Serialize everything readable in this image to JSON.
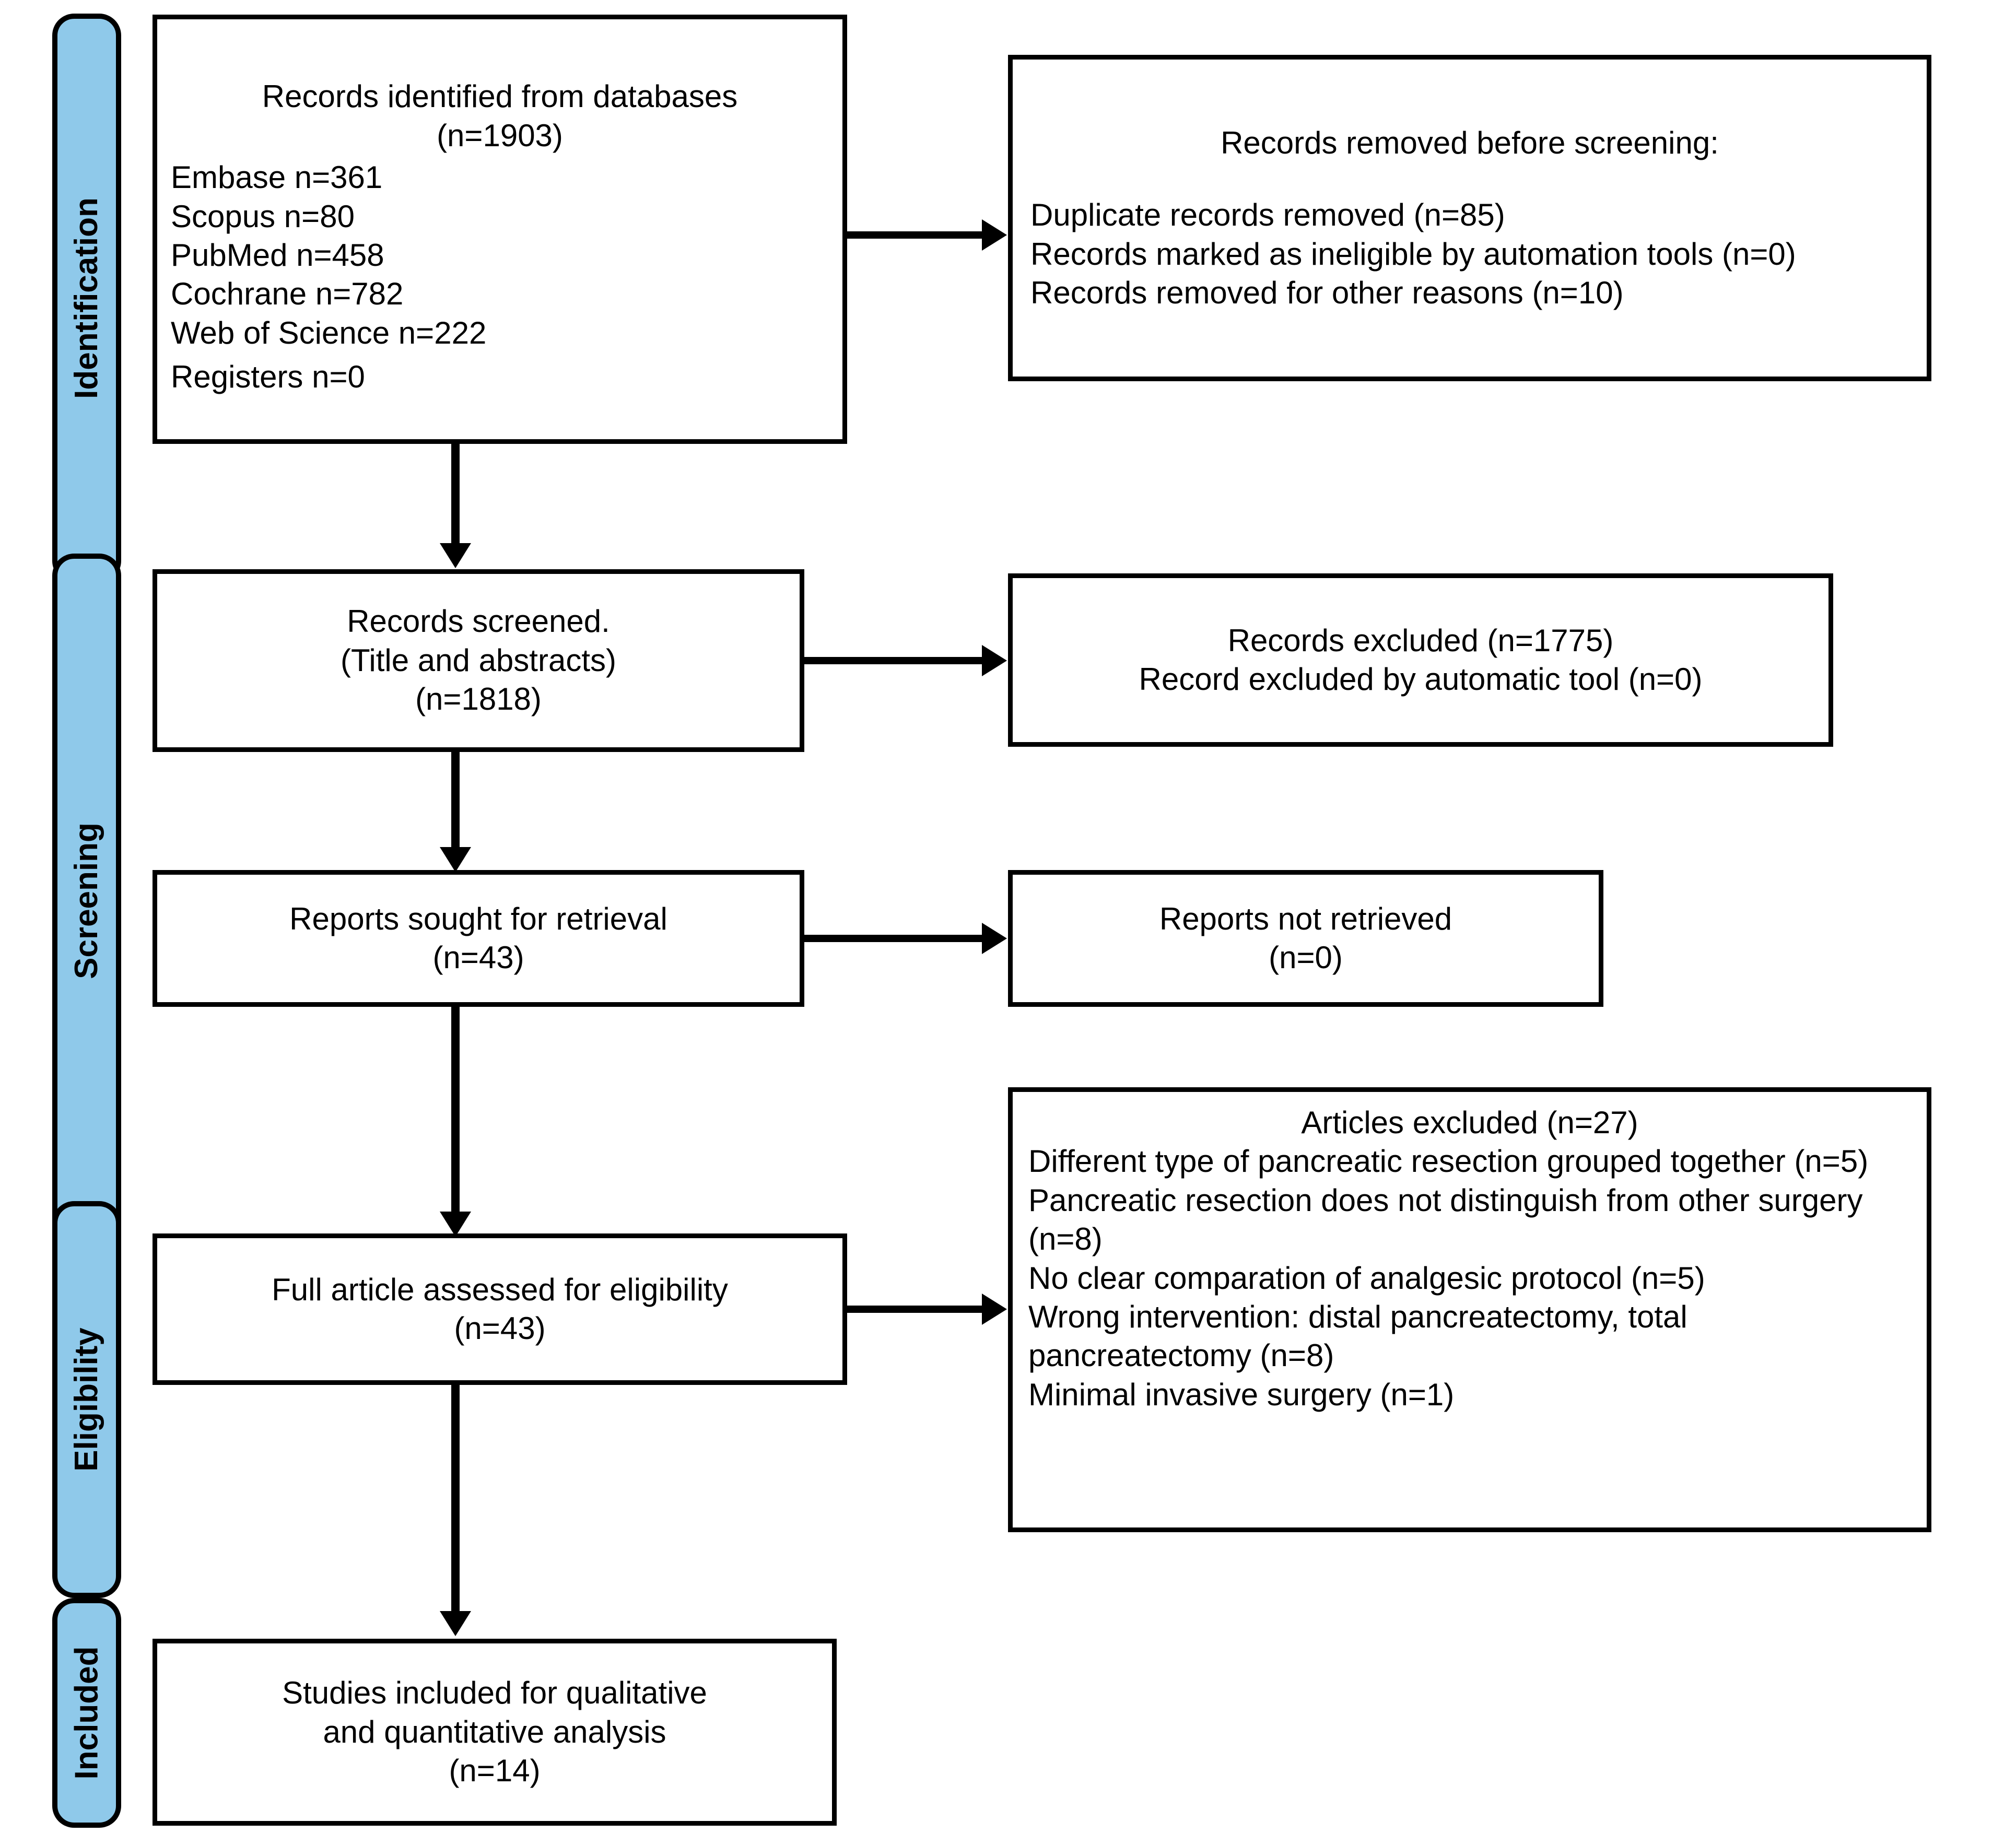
{
  "diagram": {
    "title": "PRISMA flow diagram",
    "accent_color": "#8fc9ea",
    "line_color": "#000000",
    "background_color": "#ffffff"
  },
  "phases": [
    {
      "id": "identification",
      "label": "Identification"
    },
    {
      "id": "screening",
      "label": "Screening"
    },
    {
      "id": "eligibility",
      "label": "Eligibility"
    },
    {
      "id": "included",
      "label": "Included"
    }
  ],
  "boxes": {
    "records_identified": {
      "lines": [
        "Records identified from databases",
        "(n=1903)",
        "Embase n=361",
        "Scopus n=80",
        "PubMed n=458",
        "Cochrane n=782",
        "Web of Science n=222",
        "Registers n=0"
      ]
    },
    "records_removed": {
      "lines": [
        "Records removed before screening:",
        "",
        "Duplicate records removed (n=85)",
        "Records marked as ineligible by automation tools (n=0)",
        "Records removed for other reasons (n=10)"
      ]
    },
    "records_screened": {
      "lines": [
        "Records screened.",
        "(Title and abstracts)",
        "(n=1818)"
      ]
    },
    "records_excluded": {
      "lines": [
        "Records excluded (n=1775)",
        "Record excluded by automatic tool (n=0)"
      ]
    },
    "reports_sought": {
      "lines": [
        "Reports sought for retrieval",
        "(n=43)"
      ]
    },
    "reports_not_retrieved": {
      "lines": [
        "Reports not retrieved",
        "(n=0)"
      ]
    },
    "full_article_assessed": {
      "lines": [
        "Full article assessed for eligibility",
        "(n=43)"
      ]
    },
    "articles_excluded": {
      "heading": "Articles excluded (n=27)",
      "lines": [
        "Different type of pancreatic resection grouped together (n=5)",
        "Pancreatic resection does not distinguish from other surgery (n=8)",
        "No clear comparation of analgesic protocol (n=5)",
        "Wrong intervention: distal pancreatectomy, total pancreatectomy (n=8)",
        "Minimal invasive surgery (n=1)"
      ]
    },
    "studies_included": {
      "lines": [
        "Studies included for qualitative",
        "and quantitative analysis",
        "(n=14)"
      ]
    }
  },
  "chart_data": {
    "type": "table",
    "title": "PRISMA 2020 flow of information through the review",
    "stages": [
      {
        "phase": "Identification",
        "node": "Records identified from databases",
        "n": 1903,
        "sources": [
          {
            "name": "Embase",
            "n": 361
          },
          {
            "name": "Scopus",
            "n": 80
          },
          {
            "name": "PubMed",
            "n": 458
          },
          {
            "name": "Cochrane",
            "n": 782
          },
          {
            "name": "Web of Science",
            "n": 222
          },
          {
            "name": "Registers",
            "n": 0
          }
        ],
        "removed": [
          {
            "reason": "Duplicate records removed",
            "n": 85
          },
          {
            "reason": "Records marked as ineligible by automation tools",
            "n": 0
          },
          {
            "reason": "Records removed for other reasons",
            "n": 10
          }
        ]
      },
      {
        "phase": "Screening",
        "node": "Records screened (Title and abstracts)",
        "n": 1818,
        "excluded": [
          {
            "reason": "Records excluded",
            "n": 1775
          },
          {
            "reason": "Record excluded by automatic tool",
            "n": 0
          }
        ]
      },
      {
        "phase": "Screening",
        "node": "Reports sought for retrieval",
        "n": 43,
        "excluded": [
          {
            "reason": "Reports not retrieved",
            "n": 0
          }
        ]
      },
      {
        "phase": "Eligibility",
        "node": "Full article assessed for eligibility",
        "n": 43,
        "excluded": [
          {
            "reason": "Articles excluded (total)",
            "n": 27
          },
          {
            "reason": "Different type of pancreatic resection grouped together",
            "n": 5
          },
          {
            "reason": "Pancreatic resection does not distinguish from other surgery",
            "n": 8
          },
          {
            "reason": "No clear comparation of analgesic protocol",
            "n": 5
          },
          {
            "reason": "Wrong intervention: distal pancreatectomy, total pancreatectomy",
            "n": 8
          },
          {
            "reason": "Minimal invasive surgery",
            "n": 1
          }
        ]
      },
      {
        "phase": "Included",
        "node": "Studies included for qualitative and quantitative analysis",
        "n": 14
      }
    ]
  }
}
